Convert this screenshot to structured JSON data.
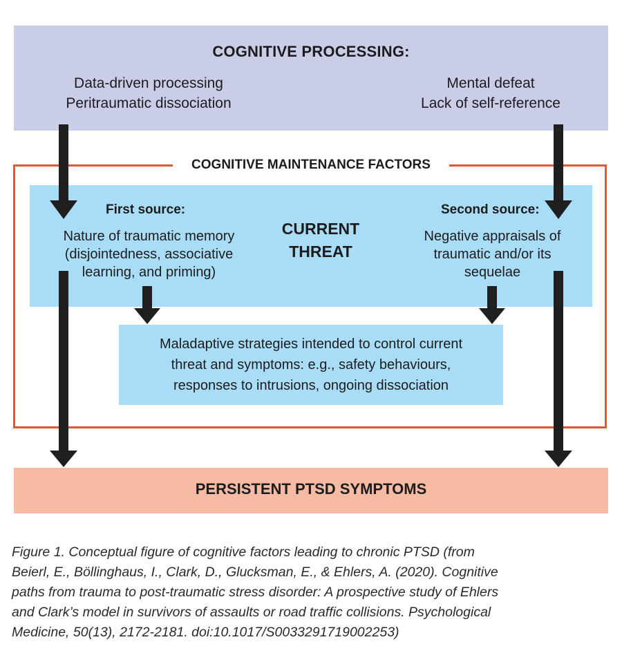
{
  "top": {
    "title": "COGNITIVE PROCESSING:",
    "left_lines": [
      "Data-driven processing",
      "Peritraumatic dissociation"
    ],
    "right_lines": [
      "Mental defeat",
      "Lack of self-reference"
    ]
  },
  "maintenance": {
    "title": "COGNITIVE MAINTENANCE FACTORS",
    "first_source": {
      "heading": "First source:",
      "lines": [
        "Nature of traumatic memory",
        "(disjointedness, associative",
        "learning, and priming)"
      ]
    },
    "center": {
      "lines": [
        "CURRENT",
        "THREAT"
      ]
    },
    "second_source": {
      "heading": "Second source:",
      "lines": [
        "Negative appraisals of",
        "traumatic and/or its",
        "sequelae"
      ]
    },
    "maladaptive": {
      "lines": [
        "Maladaptive strategies intended to control current",
        "threat and symptoms: e.g., safety behaviours,",
        "responses to intrusions, ongoing dissociation"
      ]
    }
  },
  "outcome": {
    "label": "PERSISTENT PTSD SYMPTOMS"
  },
  "caption": {
    "lines": [
      "Figure 1. Conceptual figure of cognitive factors leading to chronic PTSD (from",
      "Beierl, E., Böllinghaus, I., Clark, D., Glucksman, E., & Ehlers, A. (2020). Cognitive",
      "paths from trauma to post-traumatic stress disorder: A prospective study of Ehlers",
      "and Clark’s model in survivors of assaults or road traffic collisions. Psychological",
      "Medicine, 50(13), 2172-2181. doi:10.1017/S0033291719002253)"
    ]
  },
  "colors": {
    "top_box": "#c9cde8",
    "frame": "#e4582b",
    "threat_box": "#a9dcf6",
    "outcome_box": "#f7bba4",
    "arrow": "#1f1f1f"
  }
}
